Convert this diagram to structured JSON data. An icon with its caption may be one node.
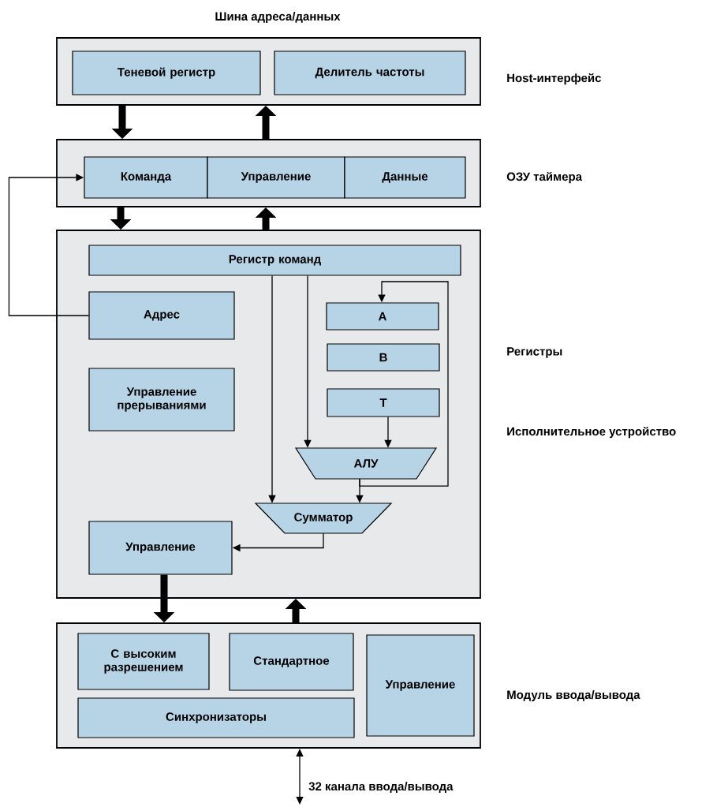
{
  "diagram": {
    "nodes": [
      {
        "text": [],
        "shape": "box",
        "beside": [
          "Host-интерфейс"
        ]
      },
      {
        "text": [
          "Теневой регистр"
        ],
        "in": 0
      },
      {
        "text": [
          "Делитель частоты"
        ],
        "in": 0
      },
      {
        "text": [],
        "shape": "box",
        "beside": [
          "ОЗУ таймера"
        ]
      },
      {
        "text": [
          "Команда"
        ],
        "in": 3
      },
      {
        "text": [
          "Управление"
        ],
        "in": 3
      },
      {
        "text": [
          "Данные"
        ],
        "in": 3
      },
      {
        "text": [],
        "shape": "box",
        "beside": [
          "Регистры",
          "Исполнительное устройство"
        ]
      },
      {
        "text": [
          "Регистр команд"
        ],
        "in": 7
      },
      {
        "text": [
          "Адрес"
        ],
        "in": 7
      },
      {
        "text": [
          "Управление прерываниями"
        ],
        "in": 7
      },
      {
        "text": [
          "A"
        ],
        "in": 7
      },
      {
        "text": [
          "B"
        ],
        "in": 7
      },
      {
        "text": [
          "T"
        ],
        "in": 7
      },
      {
        "text": [
          "АЛУ"
        ],
        "in": 7
      },
      {
        "text": [
          "Сумматор"
        ],
        "in": 7
      },
      {
        "text": [
          "Управление"
        ],
        "in": 7
      },
      {
        "text": [],
        "shape": "box",
        "beside": [
          "Модуль ввода/вывода"
        ]
      },
      {
        "text": [
          "С высоким разрешением"
        ],
        "in": 17
      },
      {
        "text": [
          "Стандартное"
        ],
        "in": 17
      },
      {
        "text": [
          "Управление"
        ],
        "in": 17
      },
      {
        "text": [
          "Синхронизаторы"
        ],
        "in": 17
      }
    ],
    "edges": [
      {
        "from": 0,
        "to": 3,
        "arrow": "to",
        "style": "thick"
      },
      {
        "from": 3,
        "to": 0,
        "arrow": "to",
        "style": "thick"
      },
      {
        "from": 3,
        "to": 7,
        "arrow": "to",
        "style": "thick"
      },
      {
        "from": 7,
        "to": 3,
        "arrow": "to",
        "style": "thick"
      },
      {
        "from": 9,
        "to": 4,
        "arrow": "to"
      },
      {
        "from": 8,
        "to": 15,
        "arrow": "to"
      },
      {
        "from": 8,
        "to": 14,
        "arrow": "to"
      },
      {
        "from": 13,
        "to": 14,
        "arrow": "to"
      },
      {
        "from": 14,
        "to": 11,
        "arrow": "to"
      },
      {
        "from": 14,
        "to": 15,
        "arrow": "to"
      },
      {
        "from": 15,
        "to": 16,
        "arrow": "to"
      },
      {
        "from": 16,
        "to": 17,
        "arrow": "to",
        "style": "thick"
      },
      {
        "from": 17,
        "to": 7,
        "arrow": "to",
        "style": "thick"
      },
      {
        "from": null,
        "to": 17,
        "arrow": "both",
        "label": "32 канала ввода/вывода"
      }
    ],
    "labels": [
      "Шина адреса/данных"
    ]
  }
}
